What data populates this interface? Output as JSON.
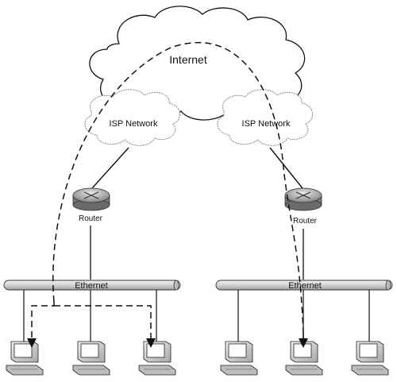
{
  "internet": {
    "label": "Internet"
  },
  "isp_networks": [
    {
      "label": "ISP Network"
    },
    {
      "label": "ISP Network"
    }
  ],
  "routers": [
    {
      "label": "Router"
    },
    {
      "label": "Router"
    }
  ],
  "ethernet_segments": [
    {
      "label": "Ethernet"
    },
    {
      "label": "Ethernet"
    }
  ],
  "colors": {
    "line": "#111111",
    "cloud_fill": "#ffffff",
    "pipe_fill": "#d9d9d9",
    "router_body": "#9a9a9a",
    "computer_fill": "#cfcfcf"
  }
}
